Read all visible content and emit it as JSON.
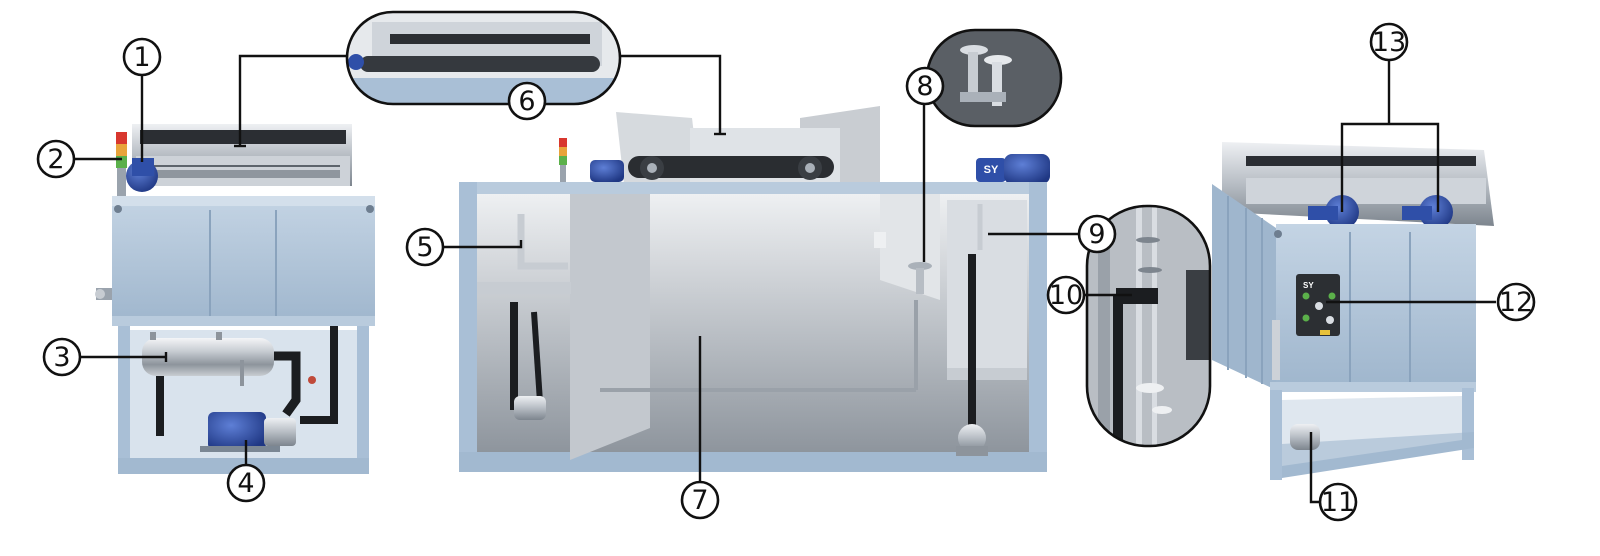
{
  "callouts": [
    {
      "id": "c1",
      "label": "1"
    },
    {
      "id": "c2",
      "label": "2"
    },
    {
      "id": "c3",
      "label": "3"
    },
    {
      "id": "c4",
      "label": "4"
    },
    {
      "id": "c5",
      "label": "5"
    },
    {
      "id": "c6",
      "label": "6"
    },
    {
      "id": "c7",
      "label": "7"
    },
    {
      "id": "c8",
      "label": "8"
    },
    {
      "id": "c9",
      "label": "9"
    },
    {
      "id": "c10",
      "label": "10"
    },
    {
      "id": "c11",
      "label": "11"
    },
    {
      "id": "c12",
      "label": "12"
    },
    {
      "id": "c13",
      "label": "13"
    }
  ],
  "brand": {
    "motor_badge": "SY",
    "control_panel_badge": "SY"
  },
  "colors": {
    "frame_blue": "#a9bfd6",
    "frame_blue_dark": "#8aa3bd",
    "frame_blue_light": "#c4d4e4",
    "steel_light": "#d9dde2",
    "steel_mid": "#aab1b9",
    "steel_dark": "#6e767f",
    "motor_blue": "#2f4fa8",
    "pipe_black": "#1b1d20",
    "panel_dark": "#2c2f33",
    "lamp_red": "#d8372e",
    "lamp_amber": "#e8a33a",
    "lamp_green": "#5bb04a",
    "callout_stroke": "#111111"
  }
}
